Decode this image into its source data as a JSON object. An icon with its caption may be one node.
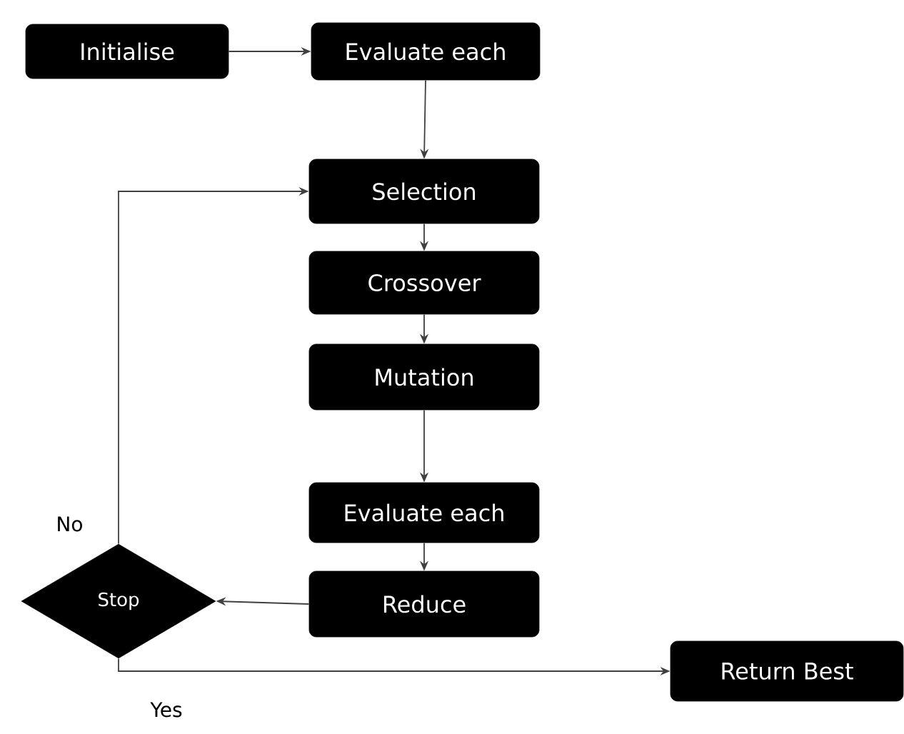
{
  "diagram": {
    "nodes": [
      {
        "text": [
          "Initialise"
        ]
      },
      {
        "text": [
          "Evaluate each"
        ]
      },
      {
        "text": [
          "Selection"
        ]
      },
      {
        "text": [
          "Crossover"
        ]
      },
      {
        "text": [
          "Mutation"
        ]
      },
      {
        "text": [
          "Evaluate each"
        ]
      },
      {
        "text": [
          "Reduce"
        ]
      },
      {
        "text": [
          "Stop"
        ]
      },
      {
        "text": [
          "Return Best"
        ]
      }
    ],
    "edges": [
      {
        "from": 0,
        "to": 1,
        "arrow": "to"
      },
      {
        "from": 1,
        "to": 2,
        "arrow": "to"
      },
      {
        "from": 2,
        "to": 3,
        "arrow": "to"
      },
      {
        "from": 3,
        "to": 4,
        "arrow": "to"
      },
      {
        "from": 4,
        "to": 5,
        "arrow": "to"
      },
      {
        "from": 5,
        "to": 6,
        "arrow": "to"
      },
      {
        "from": 6,
        "to": 7,
        "arrow": "to"
      },
      {
        "from": 7,
        "to": 2,
        "arrow": "to",
        "label": "No"
      },
      {
        "from": 7,
        "to": 8,
        "arrow": "to",
        "label": "Yes"
      }
    ]
  }
}
